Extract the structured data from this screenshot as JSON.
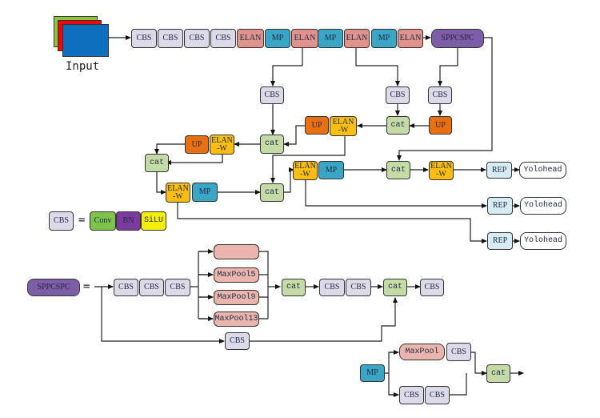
{
  "input": {
    "label": "Input",
    "layer_colors": [
      "#8cc63f",
      "#ff0000",
      "#0e6fbf"
    ]
  },
  "backbone": [
    "CBS",
    "CBS",
    "CBS",
    "CBS",
    "ELAN",
    "MP",
    "ELAN",
    "MP",
    "ELAN",
    "MP",
    "ELAN"
  ],
  "sppcspc_label": "SPPCSPC",
  "neck": {
    "cbs_a": "CBS",
    "cbs_b": "CBS",
    "cbs_c": "CBS",
    "cat_1": "cat",
    "up_1": "UP",
    "cat_2": "cat",
    "up_2": "UP",
    "elanw_1": "ELAN\n-W",
    "cat_3": "cat",
    "up_3": "UP",
    "elanw_2": "ELAN\n-W",
    "elanw_3": "ELAN\n-W",
    "mp_1": "MP",
    "cat_4": "cat",
    "elanw_4": "ELAN\n-W",
    "mp_2": "MP",
    "cat_5": "cat",
    "elanw_5": "ELAN\n-W"
  },
  "heads": [
    {
      "rep": "REP",
      "yolo": "Yolohead"
    },
    {
      "rep": "REP",
      "yolo": "Yolohead"
    },
    {
      "rep": "REP",
      "yolo": "Yolohead"
    }
  ],
  "legend_cbs": {
    "lhs": "CBS",
    "eq": "=",
    "parts": [
      "Conv",
      "BN",
      "SiLU"
    ]
  },
  "legend_sppcspc": {
    "lhs": "SPPCSPC",
    "eq": "=",
    "cbs_chain": [
      "CBS",
      "CBS",
      "CBS"
    ],
    "pools": [
      "",
      "MaxPool5",
      "MaxPool9",
      "MaxPool13"
    ],
    "cat_1": "cat",
    "cbs_after": [
      "CBS",
      "CBS"
    ],
    "cat_2": "cat",
    "cbs_out": "CBS",
    "cbs_skip": "CBS"
  },
  "legend_mp": {
    "lhs": "MP",
    "maxpool": "MaxPool",
    "cbs_top": "CBS",
    "cbs_bottom": [
      "CBS",
      "CBS"
    ],
    "cat": "cat"
  }
}
